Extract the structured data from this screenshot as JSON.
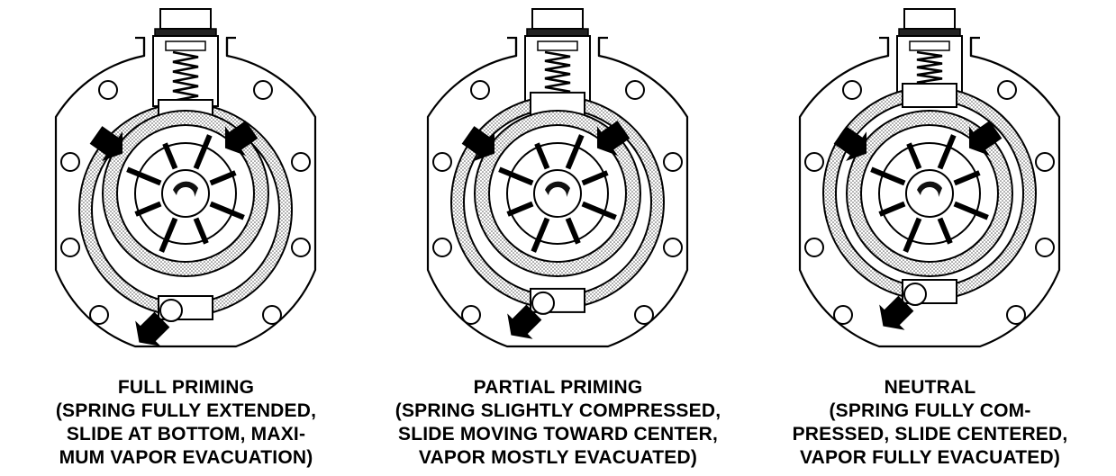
{
  "diagrams": [
    {
      "id": "full",
      "lines": [
        "FULL PRIMING",
        "(SPRING FULLY EXTENDED,",
        "SLIDE AT BOTTOM, MAXI-",
        "MUM VAPOR EVACUATION)"
      ],
      "slide_offset": 1.0
    },
    {
      "id": "partial",
      "lines": [
        "PARTIAL PRIMING",
        "(SPRING SLIGHTLY COMPRESSED,",
        "SLIDE MOVING TOWARD CENTER,",
        "VAPOR MOSTLY EVACUATED)"
      ],
      "slide_offset": 0.55
    },
    {
      "id": "neutral",
      "lines": [
        "NEUTRAL",
        "(SPRING FULLY COM-",
        "PRESSED, SLIDE CENTERED,",
        "VAPOR FULLY EVACUATED)"
      ],
      "slide_offset": 0.0
    }
  ]
}
